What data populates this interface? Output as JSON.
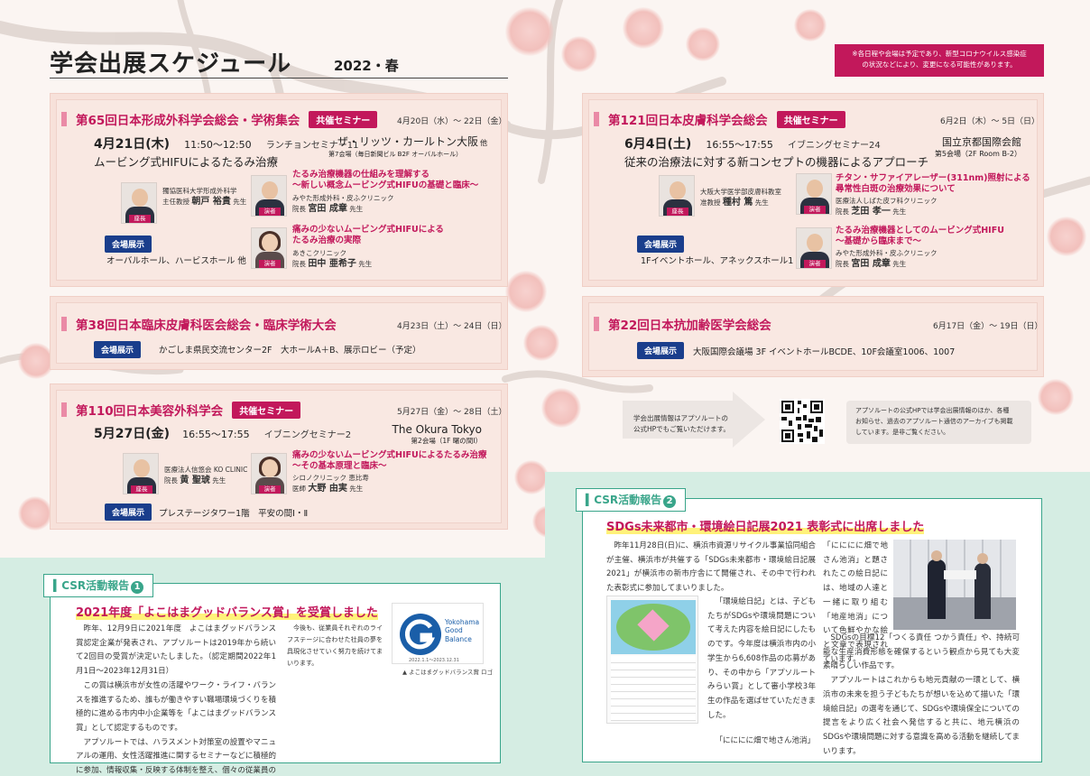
{
  "page": {
    "title": "学会出展スケジュール",
    "season": "2022・春",
    "notice": "※各日程や会場は予定であり、新型コロナウイルス感染症\nの状況などにより、変更になる可能性があります。"
  },
  "colors": {
    "accent": "#c2185b",
    "navy": "#1a3e8c",
    "csr_green": "#39a58a",
    "card_bg": "#f7e1da"
  },
  "labels": {
    "exhibit": "会場展示",
    "seminar": "共催セミナー",
    "role_chair": "座長",
    "role_speaker": "演者"
  },
  "events": {
    "e1": {
      "title": "第65回日本形成外科学会総会・学術集会",
      "period": "4月20日（水）～ 22日（金）",
      "date": "4月21日(木)",
      "time": "11:50～12:50",
      "session": "ランチョンセミナー11",
      "venue": "ザ・リッツ・カールトン大阪",
      "venue_suffix": "他",
      "room": "第7会場（毎日新聞ビル B2F オーバルホール）",
      "theme": "ムービング式HIFUによるたるみ治療",
      "chair": {
        "org": "獨協医科大学形成外科学",
        "pos": "主任教授",
        "name": "朝戸 裕貴",
        "hon": "先生"
      },
      "lecture1": "たるみ治療機器の仕組みを理解する\n～新しい概念ムービング式HIFUの基礎と臨床～",
      "speaker1": {
        "org": "みやた形成外科・皮ふクリニック",
        "pos": "院長",
        "name": "宮田 成章",
        "hon": "先生"
      },
      "lecture2": "痛みの少ないムービング式HIFUによる\nたるみ治療の実際",
      "speaker2": {
        "org": "あきこクリニック",
        "pos": "院長",
        "name": "田中 亜希子",
        "hon": "先生"
      },
      "exhibit": "オーバルホール、ハービスホール 他"
    },
    "e2": {
      "title": "第38回日本臨床皮膚科医会総会・臨床学術大会",
      "period": "4月23日（土）～ 24日（日）",
      "exhibit": "かごしま県民交流センター2F　大ホールA＋B、展示ロビー（予定）"
    },
    "e3": {
      "title": "第110回日本美容外科学会",
      "period": "5月27日（金）～ 28日（土）",
      "date": "5月27日(金)",
      "time": "16:55～17:55",
      "session": "イブニングセミナー2",
      "venue": "The Okura Tokyo",
      "room": "第2会場（1F 曙の間Ⅰ）",
      "chair": {
        "org": "医療法人信悠会 KO CLINIC",
        "pos": "院長",
        "name": "黄 聖琥",
        "hon": "先生"
      },
      "lecture1": "痛みの少ないムービング式HIFUによるたるみ治療\n～その基本原理と臨床～",
      "speaker1": {
        "org": "シロノクリニック 恵比寿",
        "pos": "医師",
        "name": "大野 由実",
        "hon": "先生"
      },
      "exhibit": "プレステージタワー1階　平安の間Ⅰ・Ⅱ"
    },
    "e4": {
      "title": "第121回日本皮膚科学会総会",
      "period": "6月2日（木）～ 5日（日）",
      "date": "6月4日(土)",
      "time": "16:55～17:55",
      "session": "イブニングセミナー24",
      "venue": "国立京都国際会館",
      "room": "第5会場（2F Room B-2）",
      "theme": "従来の治療法に対する新コンセプトの機器によるアプローチ",
      "chair": {
        "org": "大阪大学医学部皮膚科教室",
        "pos": "准教授",
        "name": "種村 篤",
        "hon": "先生"
      },
      "lecture1": "チタン・サファイアレーザー(311nm)照射による\n尋常性白斑の治療効果について",
      "speaker1": {
        "org": "医療法人しばた皮フ科クリニック",
        "pos": "院長",
        "name": "芝田 孝一",
        "hon": "先生"
      },
      "lecture2": "たるみ治療機器としてのムービング式HIFU\n～基礎から臨床まで～",
      "speaker2": {
        "org": "みやた形成外科・皮ふクリニック",
        "pos": "院長",
        "name": "宮田 成章",
        "hon": "先生"
      },
      "exhibit": "1Fイベントホール、アネックスホール1"
    },
    "e5": {
      "title": "第22回日本抗加齢医学会総会",
      "period": "6月17日（金）～ 19日（日）",
      "exhibit": "大阪国際会議場 3F イベントホールBCDE、10F会議室1006、1007"
    }
  },
  "hp": {
    "arrow_text": "学会出展情報はアプソルートの\n公式HPでもご覧いただけます。",
    "info": "アプソルートの公式HPでは学会出展情報のほか、各種\nお知らせ、過去のアプソルート通信のアーカイブも掲載\nしています。是非ご覧ください。"
  },
  "csr1": {
    "tag": "CSR活動報告",
    "num": "1",
    "headline": "2021年度「よこはまグッドバランス賞」を受賞しました",
    "logo_text": "Yokohama\nGood\nBalance",
    "logo_period": "2022.1.1〜2023.12.31",
    "caption": "▲ よこはまグッドバランス賞 ロゴ",
    "p1": "昨年、12月9日に2021年度　よこはまグッドバランス賞認定企業が発表され、アプソルートは2019年から続いて2回目の受賞が決定いたしました。（認定期間2022年1月1日～2023年12月31日）",
    "p2": "この賞は横浜市が女性の活躍やワーク・ライフ・バランスを推進するため、誰もが働きやすい職場環境づくりを積極的に進める市内中小企業等を「よこはまグッドバランス賞」として認定するものです。",
    "p3": "アプソルートでは、ハラスメント対策室の設置やマニュアルの運用、女性活躍推進に関するセミナーなどに積極的に参加、情報収集・反映する体制を整え、個々の従業員のライフスタイル・プランを可能な限り会社と共有しながら、会社が協力できるような風土を目指しています。",
    "p4": "今後も、従業員それぞれのライフステージに合わせた社員の夢を具現化させていく努力を続けてまいります。"
  },
  "csr2": {
    "tag": "CSR活動報告",
    "num": "2",
    "headline": "SDGs未来都市・環境絵日記展2021 表彰式に出席しました",
    "p1": "昨年11月28日(日)に、横浜市資源リサイクル事業協同組合が主催、横浜市が共催する「SDGs未来都市・環境絵日記展2021」が横浜市の新市庁舎にて開催され、その中で行われた表彰式に参加してまいりました。",
    "p2": "「環境絵日記」とは、子どもたちがSDGsや環境問題について考えた内容を絵日記にしたものです。今年度は横浜市内の小学生から6,608作品の応募があり、その中から「アプソルートみらい賞」として審小学校3年生の作品を選ばせていただきました。",
    "p3": "「にににに畑で地さん池消」と題されたこの絵日記には、地域の人達と一緒に取り組む「地産地消」について色鮮やかな絵と文章で表現されています。",
    "p4": "SDGsの目標12「つくる責任 つかう責任」や、持続可能な生産消費形態を確保するという観点から見ても大変素晴らしい作品です。",
    "p5": "アプソルートはこれからも地元貢献の一環として、横浜市の未来を担う子どもたちが想いを込めて描いた「環境絵日記」の選考を通じて、SDGsや環境保全についての提言をより広く社会へ発信すると共に、地元横浜のSDGsや環境問題に対する意識を高める活動を継続してまいります。"
  }
}
